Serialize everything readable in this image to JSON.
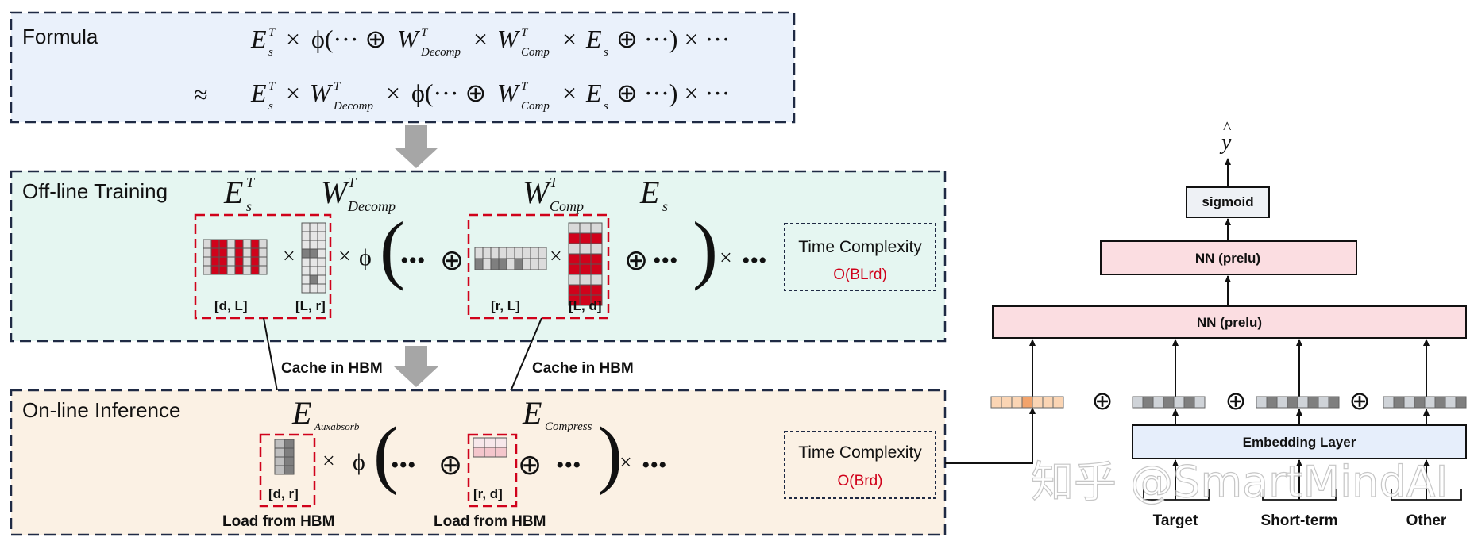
{
  "formula": {
    "title": "Formula",
    "line1": {
      "E": "E",
      "E_sub": "s",
      "E_sup": "T",
      "times": "×",
      "phi": "ϕ(··· ⊕",
      "W1": "W",
      "W1_sub": "Decomp",
      "W1_sup": "T",
      "W2": "W",
      "W2_sub": "Comp",
      "W2_sup": "T",
      "Es": "E",
      "Es_sub": "s",
      "tail": "⊕ ···) × ···"
    },
    "line2": {
      "approx": "≈",
      "E": "E",
      "E_sub": "s",
      "E_sup": "T",
      "W1": "W",
      "W1_sub": "Decomp",
      "W1_sup": "T",
      "phi": "ϕ(··· ⊕",
      "W2": "W",
      "W2_sub": "Comp",
      "W2_sup": "T",
      "Es": "E",
      "Es_sub": "s",
      "tail": "⊕ ···) × ···"
    }
  },
  "offline": {
    "title": "Off-line Training",
    "labels": {
      "EsT": "E",
      "EsT_sub": "s",
      "EsT_sup": "T",
      "WDecomp": "W",
      "WDecomp_sub": "Decomp",
      "WDecomp_sup": "T",
      "WComp": "W",
      "WComp_sub": "Comp",
      "WComp_sup": "T",
      "Es": "E",
      "Es_sub": "s"
    },
    "dims": {
      "m1": "[d, L]",
      "m2": "[L, r]",
      "m3": "[r, L]",
      "m4": "[L, d]"
    },
    "ops": {
      "times": "×",
      "phi": "ϕ",
      "dots": "•••",
      "oplus": "⊕"
    },
    "complexity_label": "Time Complexity",
    "complexity_value": "O(BLrd)"
  },
  "cache": {
    "left": "Cache in HBM",
    "right": "Cache in HBM"
  },
  "online": {
    "title": "On-line Inference",
    "labels": {
      "E1": "E",
      "E1_sub": "Auxabsorb",
      "E2": "E",
      "E2_sub": "Compress"
    },
    "dims": {
      "m1": "[d, r]",
      "m2": "[r, d]"
    },
    "load_left": "Load from HBM",
    "load_right": "Load from HBM",
    "complexity_label": "Time Complexity",
    "complexity_value": "O(Brd)"
  },
  "network": {
    "output": "y",
    "output_hat": "^",
    "sigmoid": "sigmoid",
    "nn_top": "NN (prelu)",
    "nn_bottom": "NN (prelu)",
    "embedding": "Embedding Layer",
    "inputs": [
      "Target",
      "Short-term",
      "Other"
    ],
    "oplus": "⊕"
  },
  "watermark": "知乎 @SmartMindAI",
  "colors": {
    "formula_bg": "#eaf1fb",
    "offline_bg": "#e5f6f1",
    "online_bg": "#fbf1e4",
    "border": "#1f2a44",
    "red": "#d0021b",
    "nn_fill": "#fbdde1",
    "nn_stroke": "#e0a0a8",
    "embed_fill": "#e6eefb",
    "arrow_gray": "#a6a6a6"
  }
}
